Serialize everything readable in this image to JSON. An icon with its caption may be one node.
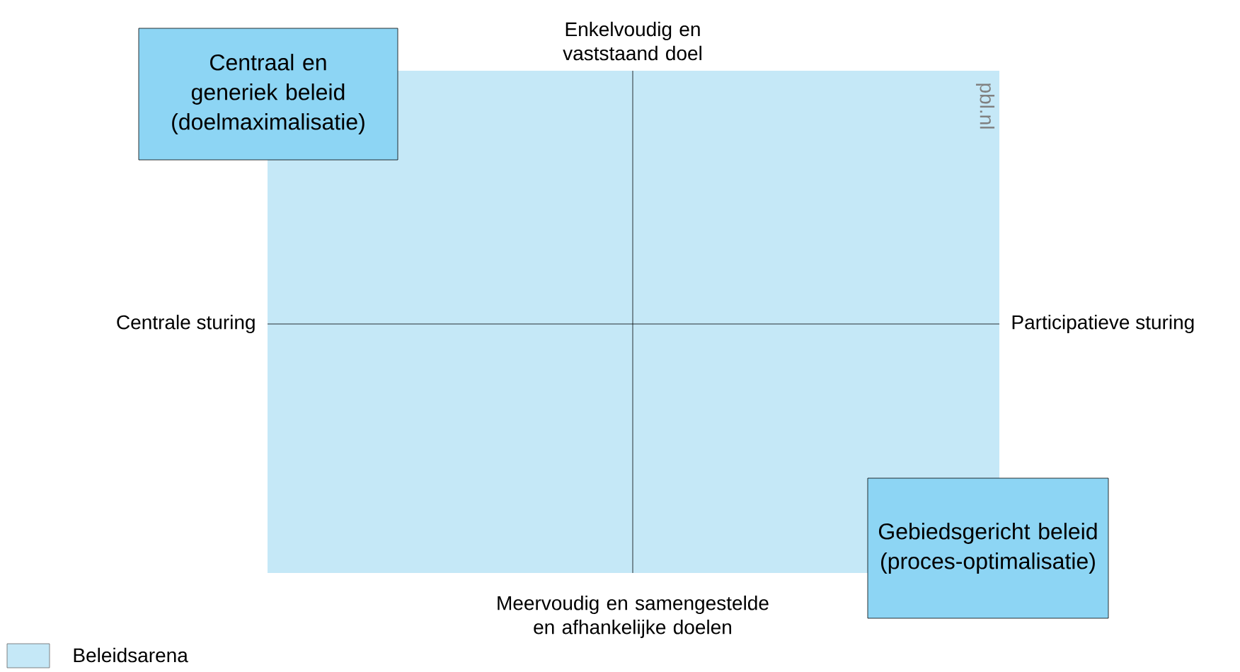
{
  "diagram": {
    "nodes": [
      {
        "text": [
          "Centraal en generiek beleid (doelmaximalisatie)"
        ]
      },
      {
        "text": [
          "Gebiedsgericht beleid (proces-optimalisatie)"
        ]
      }
    ],
    "labels": [
      "Enkelvoudig en vaststaand doel",
      "pbl.nl",
      "Centrale sturing",
      "Participatieve sturing",
      "Meervoudig en samengestelde en afhankelijke doelen"
    ],
    "legend": [
      {
        "text": "Beleidsarena",
        "color": "#c5e8f7"
      }
    ]
  }
}
